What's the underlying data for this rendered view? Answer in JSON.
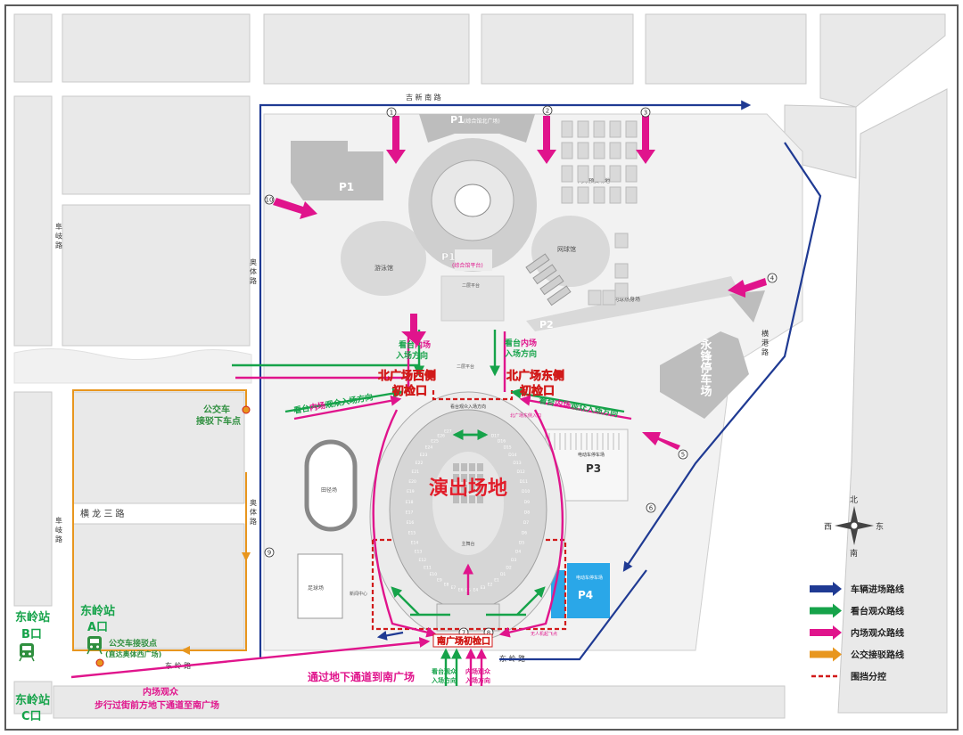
{
  "colors": {
    "background": "#ffffff",
    "frame": "#5a5a5a",
    "block": "#e9e9e9",
    "block_stroke": "#c9c9c9",
    "building": "#d9d9d9",
    "building_dark": "#bdbdbd",
    "road_label": "#333333",
    "vehicle_route": "#1f3a93",
    "stand_route": "#16a34a",
    "field_route": "#e0148c",
    "bus_route": "#e8961e",
    "barrier": "#d11a1a",
    "checkpoint_text": "#f59e0b",
    "checkpoint_outline": "#d11a1a",
    "venue_text": "#e11d2a",
    "p4_fill": "#2aa7e8",
    "station_text": "#16a34a",
    "station_text_alt": "#2f8f3f"
  },
  "roads": {
    "jixin_south": "吉 新 南 路",
    "aoti_west": "奥 体 路",
    "aoti_west_lower": "奥 体 路",
    "fuqi": "阜 岐 路",
    "fuqi_lower": "阜 岐 路",
    "henglong_san": "横 龙 三 路",
    "dongling": "东 岭 路",
    "dongling_right": "东 岭 路",
    "heng_gang": "横 港 路"
  },
  "map_labels": {
    "p1_top": "P1",
    "p1_top_sub": "(综合馆北广场)",
    "p1_left": "P1",
    "p1_center": "P1",
    "p1_center_sub": "(综合馆平台)",
    "p2": "P2",
    "p3": "P3",
    "p3_sub": "电动车停车场",
    "p4": "P4",
    "p4_sub": "电动车停车场",
    "swimming": "游泳馆",
    "tennis": "网球馆",
    "tennis_practice": "网球预赛场地",
    "tennis_warmup": "网球热身场",
    "track": "田径场",
    "football": "足球场",
    "second_platform": "二层平台",
    "second_platform_b": "二层平台",
    "yongfeng_parking": "永锋停车场",
    "media_center": "新闻中心",
    "drone": "无人机起飞点",
    "north_east_view": "北广场东侧入口",
    "stand_entry_label": "看台观众入场方向"
  },
  "venue": {
    "title": "演出场地",
    "stand_codes": [
      "E27",
      "E26",
      "E25",
      "E24",
      "E23",
      "E22",
      "E21",
      "E20",
      "E19",
      "E18",
      "E17",
      "E16",
      "E15",
      "E14",
      "E13",
      "E12",
      "E11",
      "E10",
      "E9",
      "E8",
      "E7",
      "E6",
      "E5",
      "E4",
      "E3",
      "E2",
      "E1",
      "D1",
      "D2",
      "D3",
      "D4",
      "D5",
      "D6",
      "D7",
      "D8",
      "D9",
      "D10",
      "D11",
      "D12",
      "D13",
      "D14",
      "D15",
      "D16",
      "D17"
    ],
    "stage": "主舞台"
  },
  "annotations": {
    "stand_field_left_1": "看台",
    "stand_field_left_2": "内场",
    "stand_field_left_3": "入场方向",
    "stand_field_right_1": "看台",
    "stand_field_right_2": "内场",
    "stand_field_right_3": "入场方向",
    "north_west_1": "北广场西侧",
    "north_west_2": "初检口",
    "north_east_1": "北广场东侧",
    "north_east_2": "初检口",
    "west_entry_1": "看台",
    "west_entry_2": "内场",
    "west_entry_3": "观众入场方向",
    "east_entry_1": "看台",
    "east_entry_2": "内场",
    "east_entry_3": "观众入场方向",
    "south_check": "南广场初检口",
    "south_stand_1": "看台观众",
    "south_stand_2": "入场方向",
    "south_field_1": "内场观众",
    "south_field_2": "入场方向",
    "underpass": "通过地下通道到南广场",
    "walk_1": "内场观众",
    "walk_2": "步行过街前方地下通道至南广场",
    "bus_drop_1": "公交车",
    "bus_drop_2": "接驳下车点",
    "bus_pickup_1": "公交车接驳点",
    "bus_pickup_2": "(直达奥体西广场)"
  },
  "stations": {
    "b_name": "东岭站",
    "b_exit": "B口",
    "a_name": "东岭站",
    "a_exit": "A口",
    "c_name": "东岭站",
    "c_exit": "C口"
  },
  "route_numbers": [
    "1",
    "2",
    "3",
    "4",
    "5",
    "6",
    "7",
    "8",
    "9",
    "10"
  ],
  "compass": {
    "north": "北",
    "south": "南",
    "east": "东",
    "west": "西"
  },
  "legend": [
    {
      "label": "车辆进场路线",
      "color": "#1f3a93",
      "style": "arrow"
    },
    {
      "label": "看台观众路线",
      "color": "#16a34a",
      "style": "arrow"
    },
    {
      "label": "内场观众路线",
      "color": "#e0148c",
      "style": "arrow"
    },
    {
      "label": "公交接驳路线",
      "color": "#e8961e",
      "style": "arrow"
    },
    {
      "label": "围挡分控",
      "color": "#d11a1a",
      "style": "dashed"
    }
  ]
}
